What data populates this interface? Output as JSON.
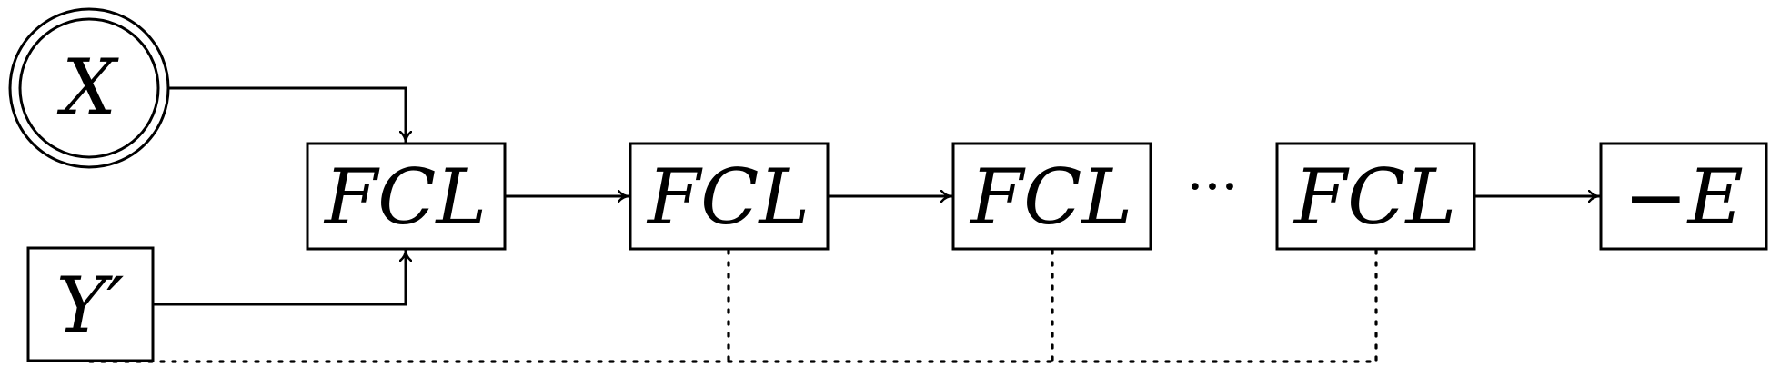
{
  "nodes": {
    "x": "X",
    "y_prime": "Y′",
    "fcl_1": "FCL",
    "fcl_2": "FCL",
    "fcl_3": "FCL",
    "fcl_4": "FCL",
    "output": "−E",
    "ellipsis": "···"
  }
}
